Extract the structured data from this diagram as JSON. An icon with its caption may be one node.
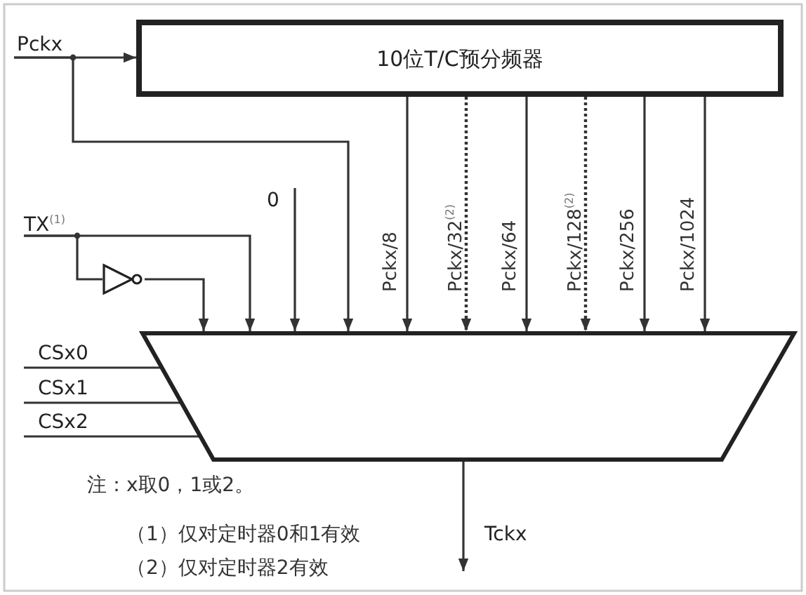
{
  "diagram": {
    "nodes": [
      {
        "text": [
          "10位T/C预分频器"
        ]
      },
      {
        "text": [],
        "shape": "trapezoid"
      },
      {
        "text": [
          "Pckx"
        ]
      },
      {
        "text": [
          "TX$^{(1)}$"
        ]
      },
      {
        "text": [],
        "shape": "triangle"
      },
      {
        "text": [
          "0"
        ]
      },
      {
        "text": [
          "CSx0"
        ]
      },
      {
        "text": [
          "CSx1"
        ]
      },
      {
        "text": [
          "CSx2"
        ]
      },
      {
        "text": [
          "Tckx"
        ]
      }
    ],
    "edges": [
      {
        "from": 2,
        "to": 0,
        "arrow": "to"
      },
      {
        "from": 2,
        "to": 1,
        "arrow": "to"
      },
      {
        "from": 3,
        "to": 4,
        "arrow": "none"
      },
      {
        "from": 4,
        "to": 1,
        "arrow": "to"
      },
      {
        "from": 3,
        "to": 1,
        "arrow": "to"
      },
      {
        "from": 5,
        "to": 1,
        "arrow": "to"
      },
      {
        "from": 0,
        "to": 1,
        "arrow": "to",
        "label": "Pckx/8"
      },
      {
        "from": 0,
        "to": 1,
        "arrow": "to",
        "label": "Pckx/32$^{(2)}$",
        "style": "dashed"
      },
      {
        "from": 0,
        "to": 1,
        "arrow": "to",
        "label": "Pckx/64"
      },
      {
        "from": 0,
        "to": 1,
        "arrow": "to",
        "label": "Pckx/128$^{(2)}$",
        "style": "dashed"
      },
      {
        "from": 0,
        "to": 1,
        "arrow": "to",
        "label": "Pckx/256"
      },
      {
        "from": 0,
        "to": 1,
        "arrow": "to",
        "label": "Pckx/1024"
      },
      {
        "from": 6,
        "to": 1,
        "arrow": "none"
      },
      {
        "from": 7,
        "to": 1,
        "arrow": "none"
      },
      {
        "from": 8,
        "to": 1,
        "arrow": "none"
      },
      {
        "from": 1,
        "to": 9,
        "arrow": "to"
      }
    ],
    "labels": [
      "注：x取0，1或2。",
      "（1）仅对定时器0和1有效",
      "（2）仅对定时器2有效"
    ]
  }
}
